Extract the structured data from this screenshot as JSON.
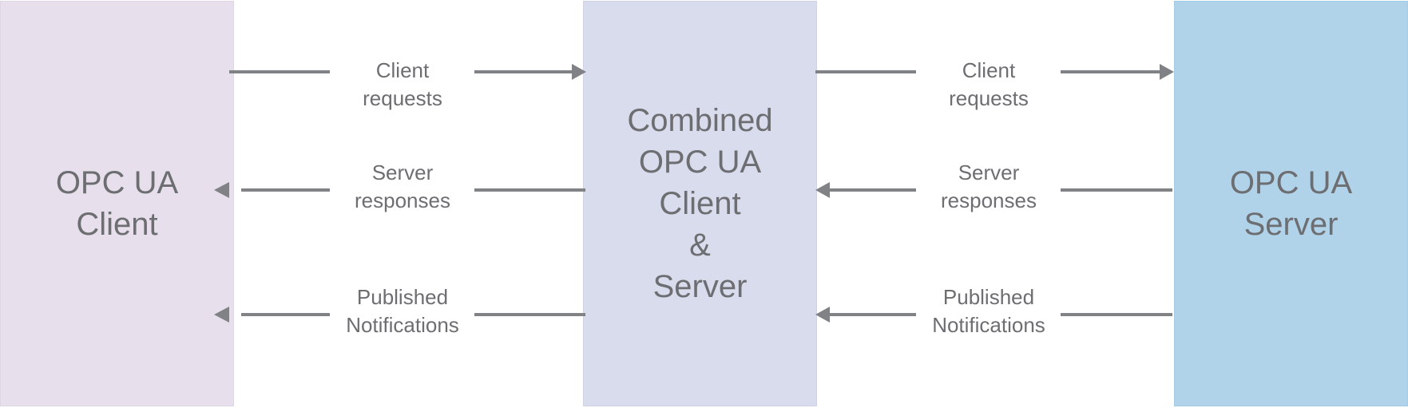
{
  "boxes": {
    "left": {
      "lines": [
        "OPC UA",
        "Client"
      ],
      "color": "#e7e0ec"
    },
    "middle": {
      "lines": [
        "Combined",
        "OPC UA",
        "Client",
        "&",
        "Server"
      ],
      "color": "#d9dcec"
    },
    "right": {
      "lines": [
        "OPC UA",
        "Server"
      ],
      "color": "#b0d3ea"
    }
  },
  "flows": {
    "left": {
      "requests": [
        "Client",
        "requests"
      ],
      "responses": [
        "Server",
        "responses"
      ],
      "notifications": [
        "Published",
        "Notifications"
      ]
    },
    "right": {
      "requests": [
        "Client",
        "requests"
      ],
      "responses": [
        "Server",
        "responses"
      ],
      "notifications": [
        "Published",
        "Notifications"
      ]
    }
  },
  "arrow_color": "#808285",
  "text_color": "#6d6e71"
}
